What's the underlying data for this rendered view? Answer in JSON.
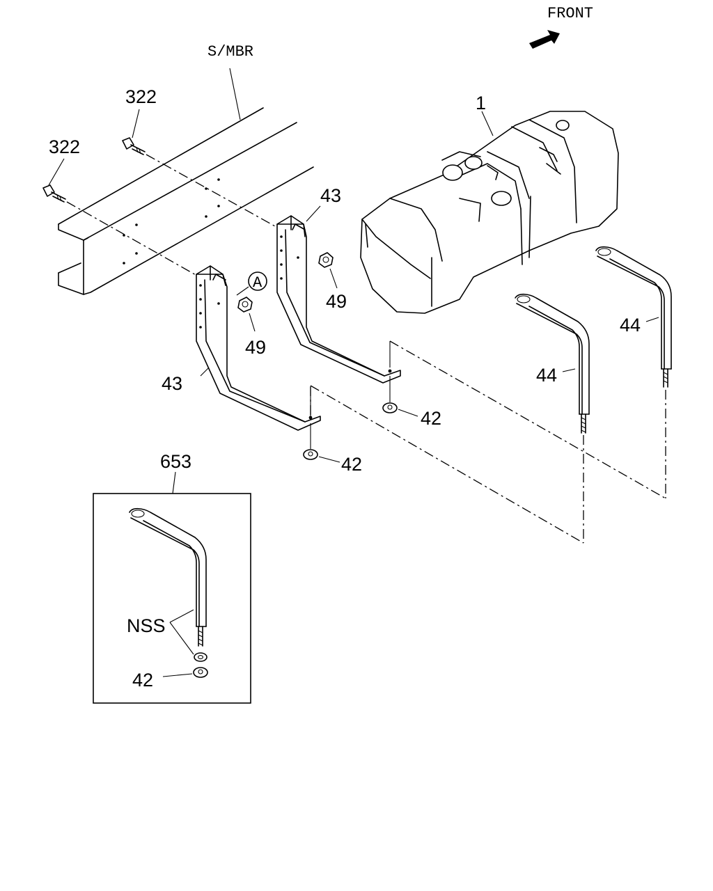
{
  "labels": {
    "front": "FRONT",
    "side_member": "S/MBR",
    "bolt_upper": "322",
    "bolt_lower": "322",
    "tank": "1",
    "bracket_rear": "43",
    "bracket_front": "43",
    "nut_49_rear": "49",
    "nut_49_front": "49",
    "ref_a": "A",
    "strap_rear": "44",
    "strap_front": "44",
    "nut_42_rear": "42",
    "nut_42_front": "42",
    "kit": "653",
    "nss": "NSS",
    "kit_nut": "42"
  },
  "icons": {
    "front_arrow": "front-arrow-icon"
  }
}
